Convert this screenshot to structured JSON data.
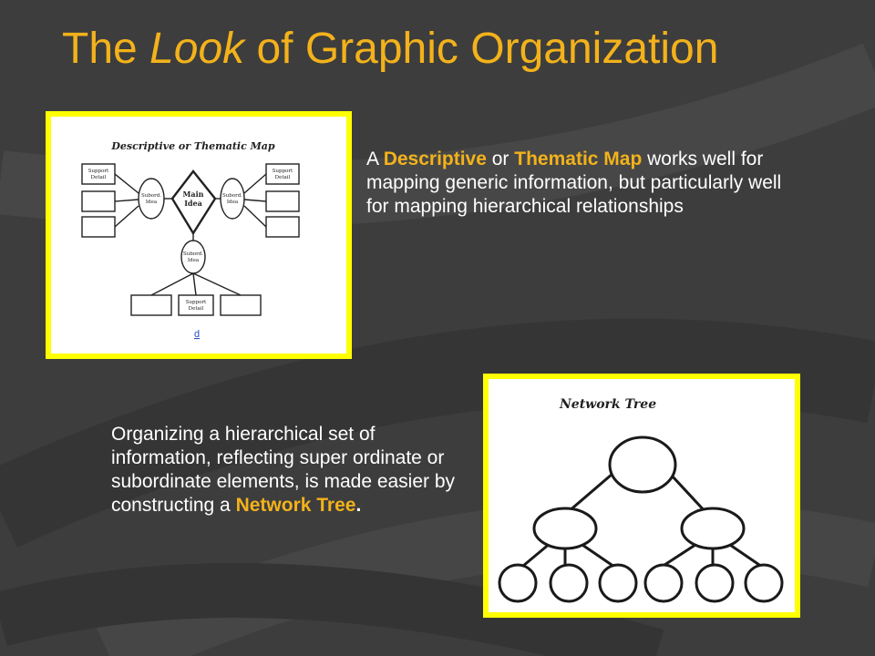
{
  "slide": {
    "title_before": "The ",
    "title_italic": "Look",
    "title_after": " of Graphic Organization"
  },
  "descriptive_map": {
    "caption": "Descriptive or Thematic Map",
    "main_idea_line1": "Main",
    "main_idea_line2": "Idea",
    "subord_line1": "Subord.",
    "subord_line2": "Idea",
    "support_line1": "Support",
    "support_line2": "Detail",
    "link_label": "d"
  },
  "network_tree": {
    "caption": "Network Tree"
  },
  "paragraph1": {
    "part1": "A ",
    "highlight1": "Descriptive",
    "part2": " or ",
    "highlight2": "Thematic Map",
    "part3": " works well for mapping generic information, but particularly well for mapping hierarchical relationships"
  },
  "paragraph2": {
    "part1": "Organizing a hierarchical set of information, reflecting super ordinate or subordinate elements, is made easier by constructing a ",
    "highlight1": "Network Tree",
    "end": "."
  },
  "colors": {
    "background": "#3d3d3d",
    "accent": "#f3b21b",
    "frame": "#ffff00",
    "text": "#ffffff"
  }
}
